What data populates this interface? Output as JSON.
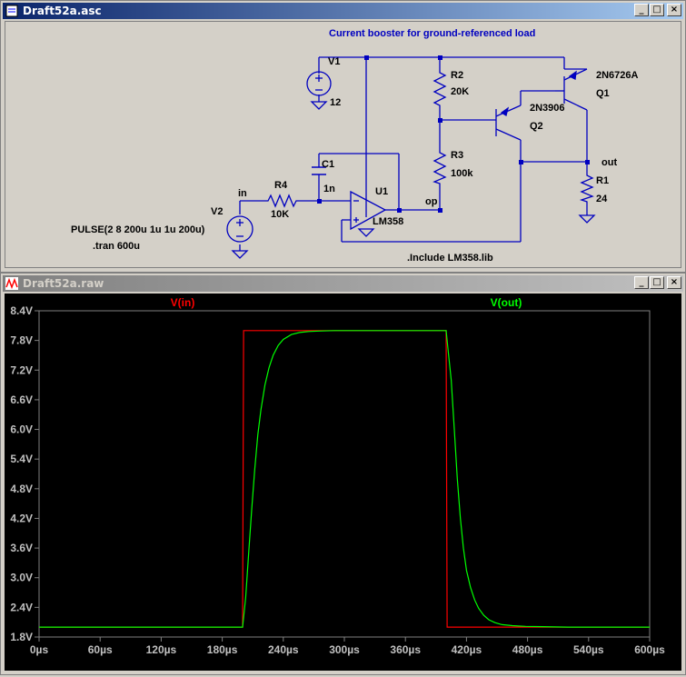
{
  "schematic_window": {
    "title": "Draft52a.asc",
    "buttons": [
      "_",
      "□",
      "×"
    ],
    "labels": {
      "heading": "Current booster for ground-referenced load",
      "v1": "V1",
      "v1_value": "12",
      "r2": "R2",
      "r2_value": "20K",
      "q1_model": "2N6726A",
      "q1": "Q1",
      "q2_model": "2N3906",
      "q2": "Q2",
      "r3": "R3",
      "r3_value": "100k",
      "c1": "C1",
      "c1_value": "1n",
      "r4": "R4",
      "r4_value": "10K",
      "u1": "U1",
      "u1_model": "LM358",
      "op_net": "op",
      "in_net": "in",
      "out_net": "out",
      "r1": "R1",
      "r1_value": "24",
      "v2": "V2",
      "v2_value": "PULSE(2 8 200u 1u 1u 200u)",
      "tran": ".tran 600u",
      "include": ".Include LM358.lib"
    },
    "colors": {
      "wire": "#0000c0",
      "component": "#0000c0",
      "text": "#000000",
      "heading": "#0000c0",
      "ground": "#0000c0"
    }
  },
  "waveform_window": {
    "title": "Draft52a.raw",
    "buttons": [
      "_",
      "□",
      "×"
    ],
    "traces": {
      "vin_label": "V(in)",
      "vout_label": "V(out)",
      "vin_color": "#ff0000",
      "vout_color": "#00ff00"
    },
    "colors": {
      "background": "#000000",
      "axis": "#808080",
      "tick_text": "#c0c0c0"
    }
  },
  "chart_data": {
    "type": "line",
    "x_unit": "µs",
    "y_unit": "V",
    "xlim": [
      0,
      600
    ],
    "ylim": [
      1.8,
      8.4
    ],
    "x_ticks": [
      "0µs",
      "60µs",
      "120µs",
      "180µs",
      "240µs",
      "300µs",
      "360µs",
      "420µs",
      "480µs",
      "540µs",
      "600µs"
    ],
    "y_ticks": [
      "8.4V",
      "7.8V",
      "7.2V",
      "6.6V",
      "6.0V",
      "5.4V",
      "4.8V",
      "4.2V",
      "3.6V",
      "3.0V",
      "2.4V",
      "1.8V"
    ],
    "grid": false,
    "legend": "top",
    "series": [
      {
        "name": "V(in)",
        "x": [
          0,
          200,
          201,
          400,
          401,
          600
        ],
        "y": [
          2,
          2,
          8,
          8,
          2,
          2
        ]
      },
      {
        "name": "V(out)",
        "x": [
          0,
          200,
          203,
          206,
          209,
          212,
          215,
          218,
          222,
          226,
          230,
          235,
          240,
          248,
          256,
          265,
          275,
          290,
          310,
          340,
          370,
          400,
          402,
          405,
          408,
          411,
          414,
          417,
          420,
          424,
          428,
          432,
          437,
          442,
          448,
          455,
          465,
          478,
          495,
          520,
          560,
          600
        ],
        "y": [
          2,
          2,
          2.6,
          3.5,
          4.4,
          5.2,
          5.9,
          6.4,
          6.9,
          7.25,
          7.5,
          7.7,
          7.82,
          7.92,
          7.96,
          7.98,
          7.99,
          8,
          8,
          8,
          8,
          8,
          7.6,
          7.0,
          6.0,
          5.0,
          4.2,
          3.6,
          3.15,
          2.8,
          2.55,
          2.38,
          2.24,
          2.15,
          2.09,
          2.05,
          2.03,
          2.015,
          2.01,
          2.0,
          2.0,
          2.0
        ]
      }
    ]
  }
}
